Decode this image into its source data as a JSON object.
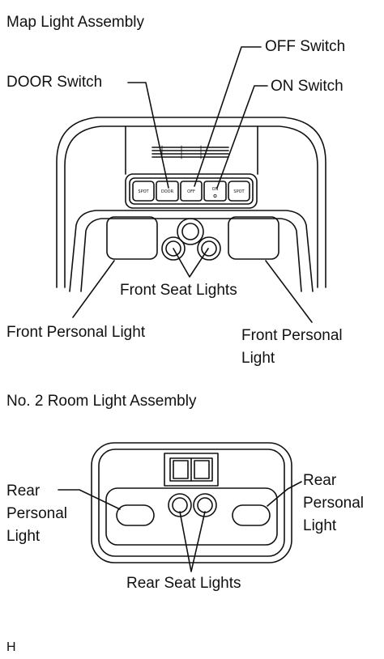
{
  "map_assembly": {
    "title": "Map Light Assembly",
    "door_switch_label": "DOOR Switch",
    "off_switch_label": "OFF Switch",
    "on_switch_label": "ON Switch",
    "front_seat_lights_label": "Front Seat Lights",
    "front_personal_left_label": "Front Personal Light",
    "front_personal_right_line1": "Front Personal",
    "front_personal_right_line2": "Light",
    "switch_buttons": [
      "SPOT",
      "DOOR",
      "OFF",
      "ON",
      "SPOT"
    ]
  },
  "room_assembly": {
    "title": "No. 2 Room Light Assembly",
    "rear_personal_left_line1": "Rear",
    "rear_personal_left_line2": "Personal",
    "rear_personal_left_line3": "Light",
    "rear_personal_right_line1": "Rear",
    "rear_personal_right_line2": "Personal",
    "rear_personal_right_line3": "Light",
    "rear_seat_lights_label": "Rear Seat Lights"
  },
  "footer": {
    "code": "H"
  }
}
